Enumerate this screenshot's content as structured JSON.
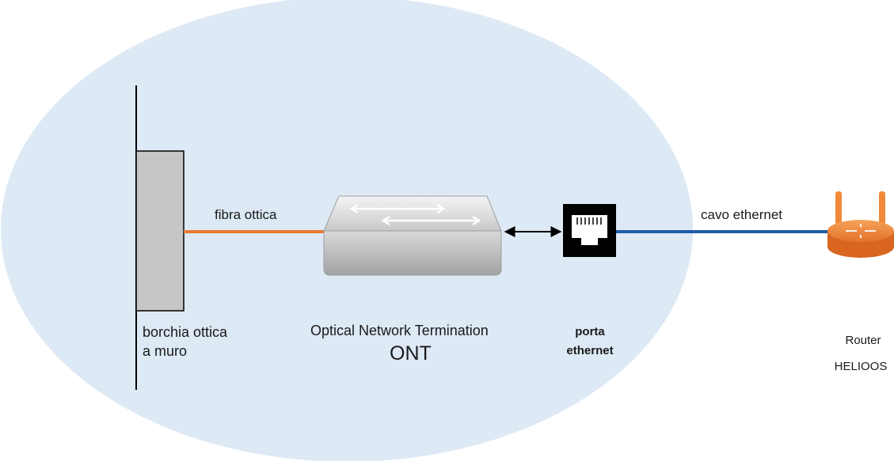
{
  "colors": {
    "cloud": "#dde9f5",
    "fiber": "#e87a34",
    "ethernet": "#1f5ea8",
    "router": "#f08a3a",
    "wall_plate": "#c6c6c6",
    "port": "#000000"
  },
  "icons": {
    "wall": "wall-line",
    "wall_plate": "optical-wall-plate-icon",
    "ont": "network-switch-icon",
    "port": "rj45-port-icon",
    "router": "router-icon",
    "link_arrow": "double-arrow-icon"
  },
  "labels": {
    "fiber_cable": "fibra ottica",
    "ethernet_cable": "cavo ethernet",
    "wall_plate_line1": "borchia ottica",
    "wall_plate_line2": "a muro",
    "ont_name": "Optical Network Termination",
    "ont_abbr": "ONT",
    "port_line1": "porta",
    "port_line2": "ethernet",
    "router_line1": "Router",
    "router_line2": "HELIOOS"
  }
}
